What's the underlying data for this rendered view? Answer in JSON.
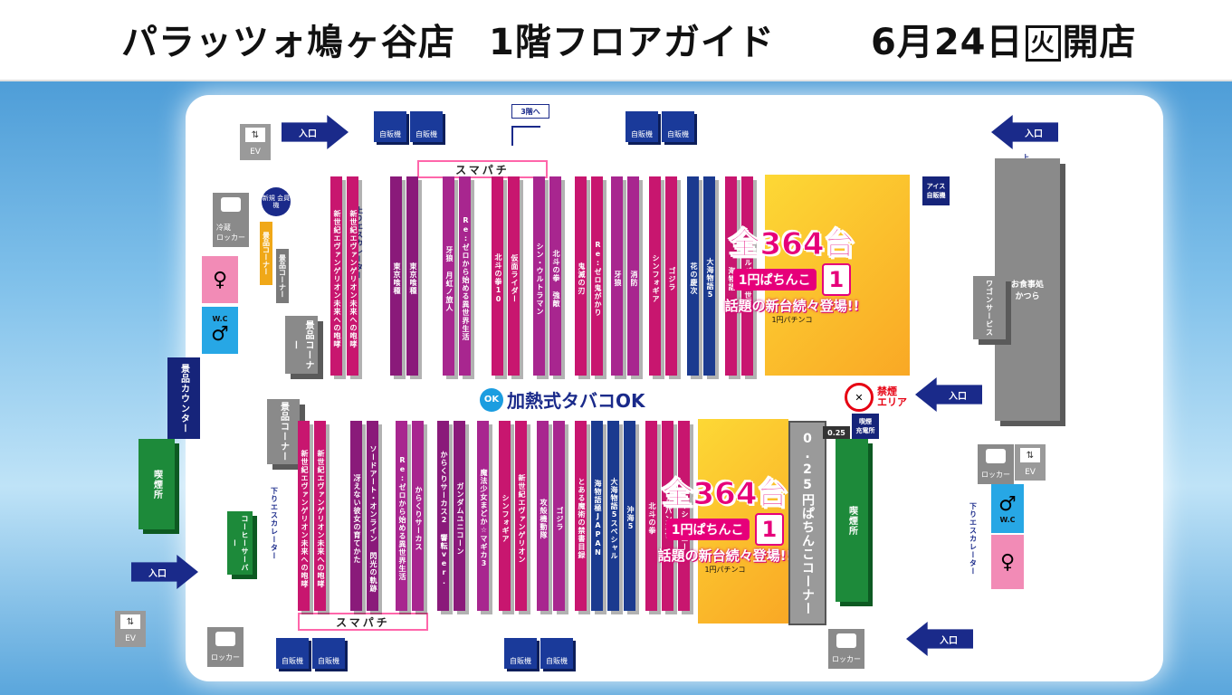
{
  "header": {
    "store_name": "パラッツォ鳩ヶ谷店",
    "floor_guide": "1階フロアガイド",
    "open_date": "6月24日",
    "open_day": "火",
    "open_suffix": "開店"
  },
  "labels": {
    "entrance": "入口",
    "ev": "EV",
    "vending": "自販機",
    "locker": "ロッカー",
    "wc": "W.C",
    "to_3f": "3階へ",
    "sumapachi": "スマパチ",
    "cold_locker": "冷蔵\nロッカー",
    "prize_counter": "景品カウンター",
    "smoking_room": "喫煙所",
    "member_kiosk": "新規\n会員機",
    "up_escalator": "上りエスカレーター",
    "down_escalator": "下りエスカレーター",
    "coffee_server": "コーヒーサーバー",
    "wagon_service": "ワゴンサービス",
    "restaurant": "お食事処\nかつら",
    "ice_vending": "アイス\n自販機",
    "heated_tobacco": "加熱式タバコOK",
    "no_smoking_area_1": "禁煙",
    "no_smoking_area_2": "エリア",
    "prize_corner": "景品コーナー",
    "corner_025": "0.25円ぱちんこコーナー",
    "badge_025": "0.25",
    "charge_space": "喫煙所",
    "charge_corner": "喫煙\n充電所"
  },
  "promo_top": {
    "count": "全364台",
    "rate": "1円ぱちんこ",
    "slogan": "話題の新台続々登場!!",
    "tag": "1円パチンコ",
    "big_num": "1"
  },
  "promo_bottom": {
    "count": "全364台",
    "rate": "1円ぱちんこ",
    "slogan": "話題の新台続々登場!!",
    "tag": "1円パチンコ",
    "big_num": "1"
  },
  "machines_top": [
    "新世紀エヴァンゲリオン未来への咆哮",
    "新世紀エヴァンゲリオン未来への咆哮",
    "東京喰種",
    "東京喰種",
    "牙狼 月虹ノ旅人",
    "Re:ゼロから始める異世界生活",
    "北斗の拳10",
    "仮面ライダー",
    "シン・ウルトラマン",
    "北斗の拳 強敵",
    "鬼滅の刃",
    "Re:ゼロ鬼がかり",
    "牙狼",
    "消防",
    "シンフォギア",
    "ゴジラ",
    "花の慶次",
    "大海物語5",
    "海物語",
    "ルパン三世"
  ],
  "machines_bottom": [
    "新世紀エヴァンゲリオン未来への咆哮",
    "新世紀エヴァンゲリオン未来への咆哮",
    "冴えない彼女の育てかた",
    "ソードアート・オンライン 閃光の軌跡",
    "Re:ゼロから始める異世界生活",
    "からくりサーカス",
    "からくりサーカス2 響転ver.",
    "ガンダムユニコーン",
    "魔法少女まどか☆マギカ3",
    "シンフォギア",
    "新世紀エヴァンゲリオン",
    "攻殻機動隊",
    "ゴジラ",
    "とある魔術の禁書目録",
    "海物語極JAPAN",
    "大海物語5スペシャル",
    "沖海5",
    "北斗の拳",
    "ルパン三世",
    "ジューシーハニー"
  ]
}
